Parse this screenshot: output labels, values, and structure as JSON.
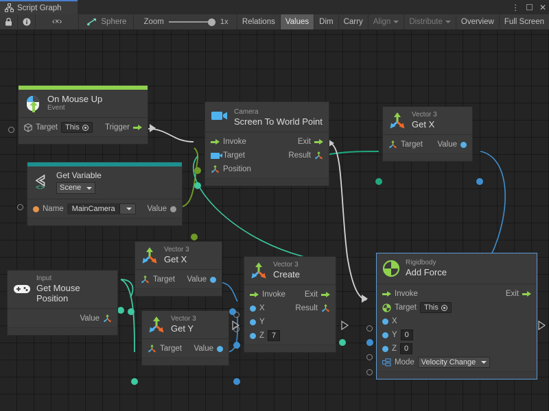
{
  "window": {
    "tab_label": "Script Graph",
    "tab_icon": "script-graph-icon",
    "menu_icon": "kebab-menu-icon",
    "maximize_icon": "maximize-icon",
    "close_icon": "close-icon"
  },
  "toolbar": {
    "lock_icon": "lock-icon",
    "info_icon": "info-icon",
    "code_label": "‹×›",
    "object_icon": "graph-object-icon",
    "object_label": "Sphere",
    "zoom_label": "Zoom",
    "zoom_value": "1x",
    "buttons": [
      {
        "label": "Relations",
        "active": false,
        "dim": false
      },
      {
        "label": "Values",
        "active": true,
        "dim": false
      },
      {
        "label": "Dim",
        "active": false,
        "dim": false
      },
      {
        "label": "Carry",
        "active": false,
        "dim": false
      },
      {
        "label": "Align",
        "active": false,
        "dim": true,
        "caret": true
      },
      {
        "label": "Distribute",
        "active": false,
        "dim": true,
        "caret": true
      },
      {
        "label": "Overview",
        "active": false,
        "dim": false
      },
      {
        "label": "Full Screen",
        "active": false,
        "dim": false
      }
    ]
  },
  "graph": {
    "nodes": [
      {
        "id": "on-mouse-up",
        "subtitle": "On Mouse Up",
        "title": "Event",
        "accent": "#8fd14f",
        "icon": "on-mouse-up-icon",
        "ports": [
          {
            "label": "Target",
            "value": "This",
            "value_icon": "target-dot-icon",
            "right_label": "Trigger"
          }
        ]
      },
      {
        "id": "get-variable",
        "subtitle": "Get Variable",
        "title": "Scene",
        "accent": "#1e8f8f",
        "icon": "unity-variable-icon",
        "ports": [
          {
            "label": "Name",
            "value": "MainCamera",
            "right_label": "Value"
          }
        ]
      },
      {
        "id": "screen-to-world-point",
        "subtitle": "Camera",
        "title": "Screen To World Point",
        "accent": "none",
        "icon": "camera-icon",
        "rows_left": [
          "Invoke",
          "Target",
          "Position"
        ],
        "rows_right": [
          "Exit",
          "Result"
        ]
      },
      {
        "id": "vector3-get-x-top",
        "subtitle": "Vector 3",
        "title": "Get X",
        "accent": "none",
        "icon": "vector3-icon",
        "ports": [
          {
            "label": "Target",
            "right_label": "Value"
          }
        ]
      },
      {
        "id": "input-get-mouse-position",
        "subtitle": "Input",
        "title": "Get Mouse Position",
        "accent": "none",
        "icon": "gamepad-icon",
        "ports": [
          {
            "right_label": "Value"
          }
        ]
      },
      {
        "id": "vector3-get-x-mid",
        "subtitle": "Vector 3",
        "title": "Get X",
        "accent": "none",
        "icon": "vector3-icon",
        "ports": [
          {
            "label": "Target",
            "right_label": "Value"
          }
        ]
      },
      {
        "id": "vector3-get-y",
        "subtitle": "Vector 3",
        "title": "Get Y",
        "accent": "none",
        "icon": "vector3-icon",
        "ports": [
          {
            "label": "Target",
            "right_label": "Value"
          }
        ]
      },
      {
        "id": "vector3-create",
        "subtitle": "Vector 3",
        "title": "Create",
        "accent": "none",
        "icon": "vector3-icon",
        "rows": [
          {
            "left": "Invoke",
            "right": "Exit"
          },
          {
            "left": "X",
            "right": "Result"
          },
          {
            "left": "Y"
          },
          {
            "left": "Z",
            "field": "7"
          }
        ]
      },
      {
        "id": "rigidbody-add-force",
        "subtitle": "Rigidbody",
        "title": "Add Force",
        "accent": "none",
        "icon": "rigidbody-icon",
        "selected": true,
        "rows": [
          {
            "left": "Invoke",
            "right": "Exit"
          },
          {
            "left": "Target",
            "pill": "This"
          },
          {
            "left": "X"
          },
          {
            "left": "Y",
            "field": "0"
          },
          {
            "left": "Z",
            "field": "0"
          },
          {
            "left": "Mode",
            "dropdown": "Velocity Change"
          }
        ]
      }
    ],
    "colors": {
      "flow_wire": "#d6d6d6",
      "value_wire_green": "#3ec9a0",
      "value_wire_blue": "#3f8fd0",
      "value_wire_olive": "#6f9a27",
      "accent_green": "#8fd14f",
      "accent_blue": "#58b0e8",
      "accent_orange": "#e8954b",
      "accent_teal": "#1e8f8f"
    }
  }
}
